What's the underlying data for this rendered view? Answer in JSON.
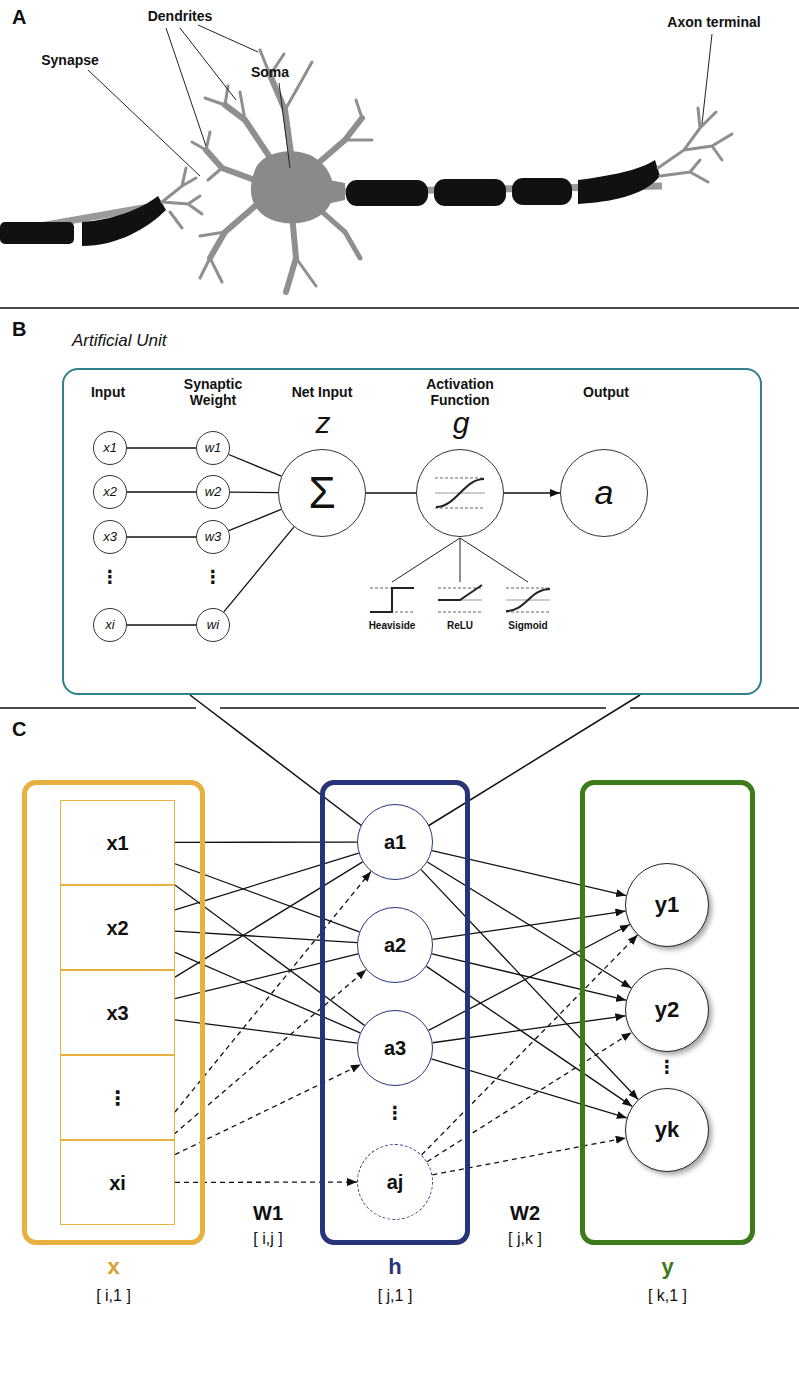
{
  "diagram": {
    "nodes": [
      {
        "text": [
          "Artificial Unit"
        ]
      },
      {
        "text": [
          "x1"
        ],
        "in": 0
      },
      {
        "text": [
          "x2"
        ],
        "in": 0
      },
      {
        "text": [
          "x3"
        ],
        "in": 0
      },
      {
        "text": [
          "xi"
        ],
        "in": 0
      },
      {
        "text": [
          "w1"
        ],
        "in": 0
      },
      {
        "text": [
          "w2"
        ],
        "in": 0
      },
      {
        "text": [
          "w3"
        ],
        "in": 0
      },
      {
        "text": [
          "wi"
        ],
        "in": 0
      },
      {
        "text": [
          "z",
          "Σ"
        ],
        "in": 0
      },
      {
        "text": [
          "g"
        ],
        "in": 0
      },
      {
        "text": [
          "a"
        ],
        "in": 0
      },
      {
        "text": [
          "x",
          "[ i,1 ]"
        ]
      },
      {
        "text": [
          "x1"
        ],
        "in": 12
      },
      {
        "text": [
          "x2"
        ],
        "in": 12
      },
      {
        "text": [
          "x3"
        ],
        "in": 12
      },
      {
        "text": [
          "⋮"
        ],
        "in": 12
      },
      {
        "text": [
          "xi"
        ],
        "in": 12
      },
      {
        "text": [
          "h",
          "[ j,1 ]"
        ]
      },
      {
        "text": [
          "a1"
        ],
        "in": 18
      },
      {
        "text": [
          "a2"
        ],
        "in": 18
      },
      {
        "text": [
          "a3"
        ],
        "in": 18
      },
      {
        "text": [
          "aj"
        ],
        "in": 18
      },
      {
        "text": [
          "y",
          "[ k,1 ]"
        ]
      },
      {
        "text": [
          "y1"
        ],
        "in": 23
      },
      {
        "text": [
          "y2"
        ],
        "in": 23
      },
      {
        "text": [
          "yk"
        ],
        "in": 23
      }
    ],
    "edges": [
      {
        "from": 1,
        "to": 5,
        "arrow": "none"
      },
      {
        "from": 2,
        "to": 6,
        "arrow": "none"
      },
      {
        "from": 3,
        "to": 7,
        "arrow": "none"
      },
      {
        "from": 4,
        "to": 8,
        "arrow": "none"
      },
      {
        "from": 5,
        "to": 9,
        "arrow": "none"
      },
      {
        "from": 6,
        "to": 9,
        "arrow": "none"
      },
      {
        "from": 7,
        "to": 9,
        "arrow": "none"
      },
      {
        "from": 8,
        "to": 9,
        "arrow": "none"
      },
      {
        "from": 9,
        "to": 10,
        "arrow": "none"
      },
      {
        "from": 10,
        "to": 11,
        "arrow": "to"
      },
      {
        "from": 13,
        "to": 19,
        "arrow": "none"
      },
      {
        "from": 13,
        "to": 20,
        "arrow": "none"
      },
      {
        "from": 13,
        "to": 21,
        "arrow": "none"
      },
      {
        "from": 14,
        "to": 19,
        "arrow": "none"
      },
      {
        "from": 14,
        "to": 20,
        "arrow": "none"
      },
      {
        "from": 14,
        "to": 21,
        "arrow": "none"
      },
      {
        "from": 15,
        "to": 19,
        "arrow": "none"
      },
      {
        "from": 15,
        "to": 20,
        "arrow": "none"
      },
      {
        "from": 15,
        "to": 21,
        "arrow": "none"
      },
      {
        "from": 17,
        "to": 19,
        "arrow": "to"
      },
      {
        "from": 17,
        "to": 20,
        "arrow": "to"
      },
      {
        "from": 17,
        "to": 21,
        "arrow": "to"
      },
      {
        "from": 17,
        "to": 22,
        "arrow": "to"
      },
      {
        "from": 19,
        "to": 24,
        "arrow": "to"
      },
      {
        "from": 19,
        "to": 25,
        "arrow": "to"
      },
      {
        "from": 19,
        "to": 26,
        "arrow": "to"
      },
      {
        "from": 20,
        "to": 24,
        "arrow": "to"
      },
      {
        "from": 20,
        "to": 25,
        "arrow": "to"
      },
      {
        "from": 20,
        "to": 26,
        "arrow": "to"
      },
      {
        "from": 21,
        "to": 24,
        "arrow": "to"
      },
      {
        "from": 21,
        "to": 25,
        "arrow": "to"
      },
      {
        "from": 21,
        "to": 26,
        "arrow": "to"
      },
      {
        "from": 22,
        "to": 24,
        "arrow": "to"
      },
      {
        "from": 22,
        "to": 25,
        "arrow": "to"
      },
      {
        "from": 22,
        "to": 26,
        "arrow": "to"
      }
    ],
    "labels": [
      "A",
      "Synapse",
      "Dendrites",
      "Soma",
      "Axon terminal",
      "B",
      "Input",
      "Synaptic Weight",
      "Net Input",
      "Activation Function",
      "Output",
      "⋮",
      "⋮",
      "Heaviside",
      "ReLU",
      "Sigmoid",
      "C",
      "W1",
      "[ i,j ]",
      "W2",
      "[ j,k ]",
      "⋮",
      "⋮"
    ]
  }
}
